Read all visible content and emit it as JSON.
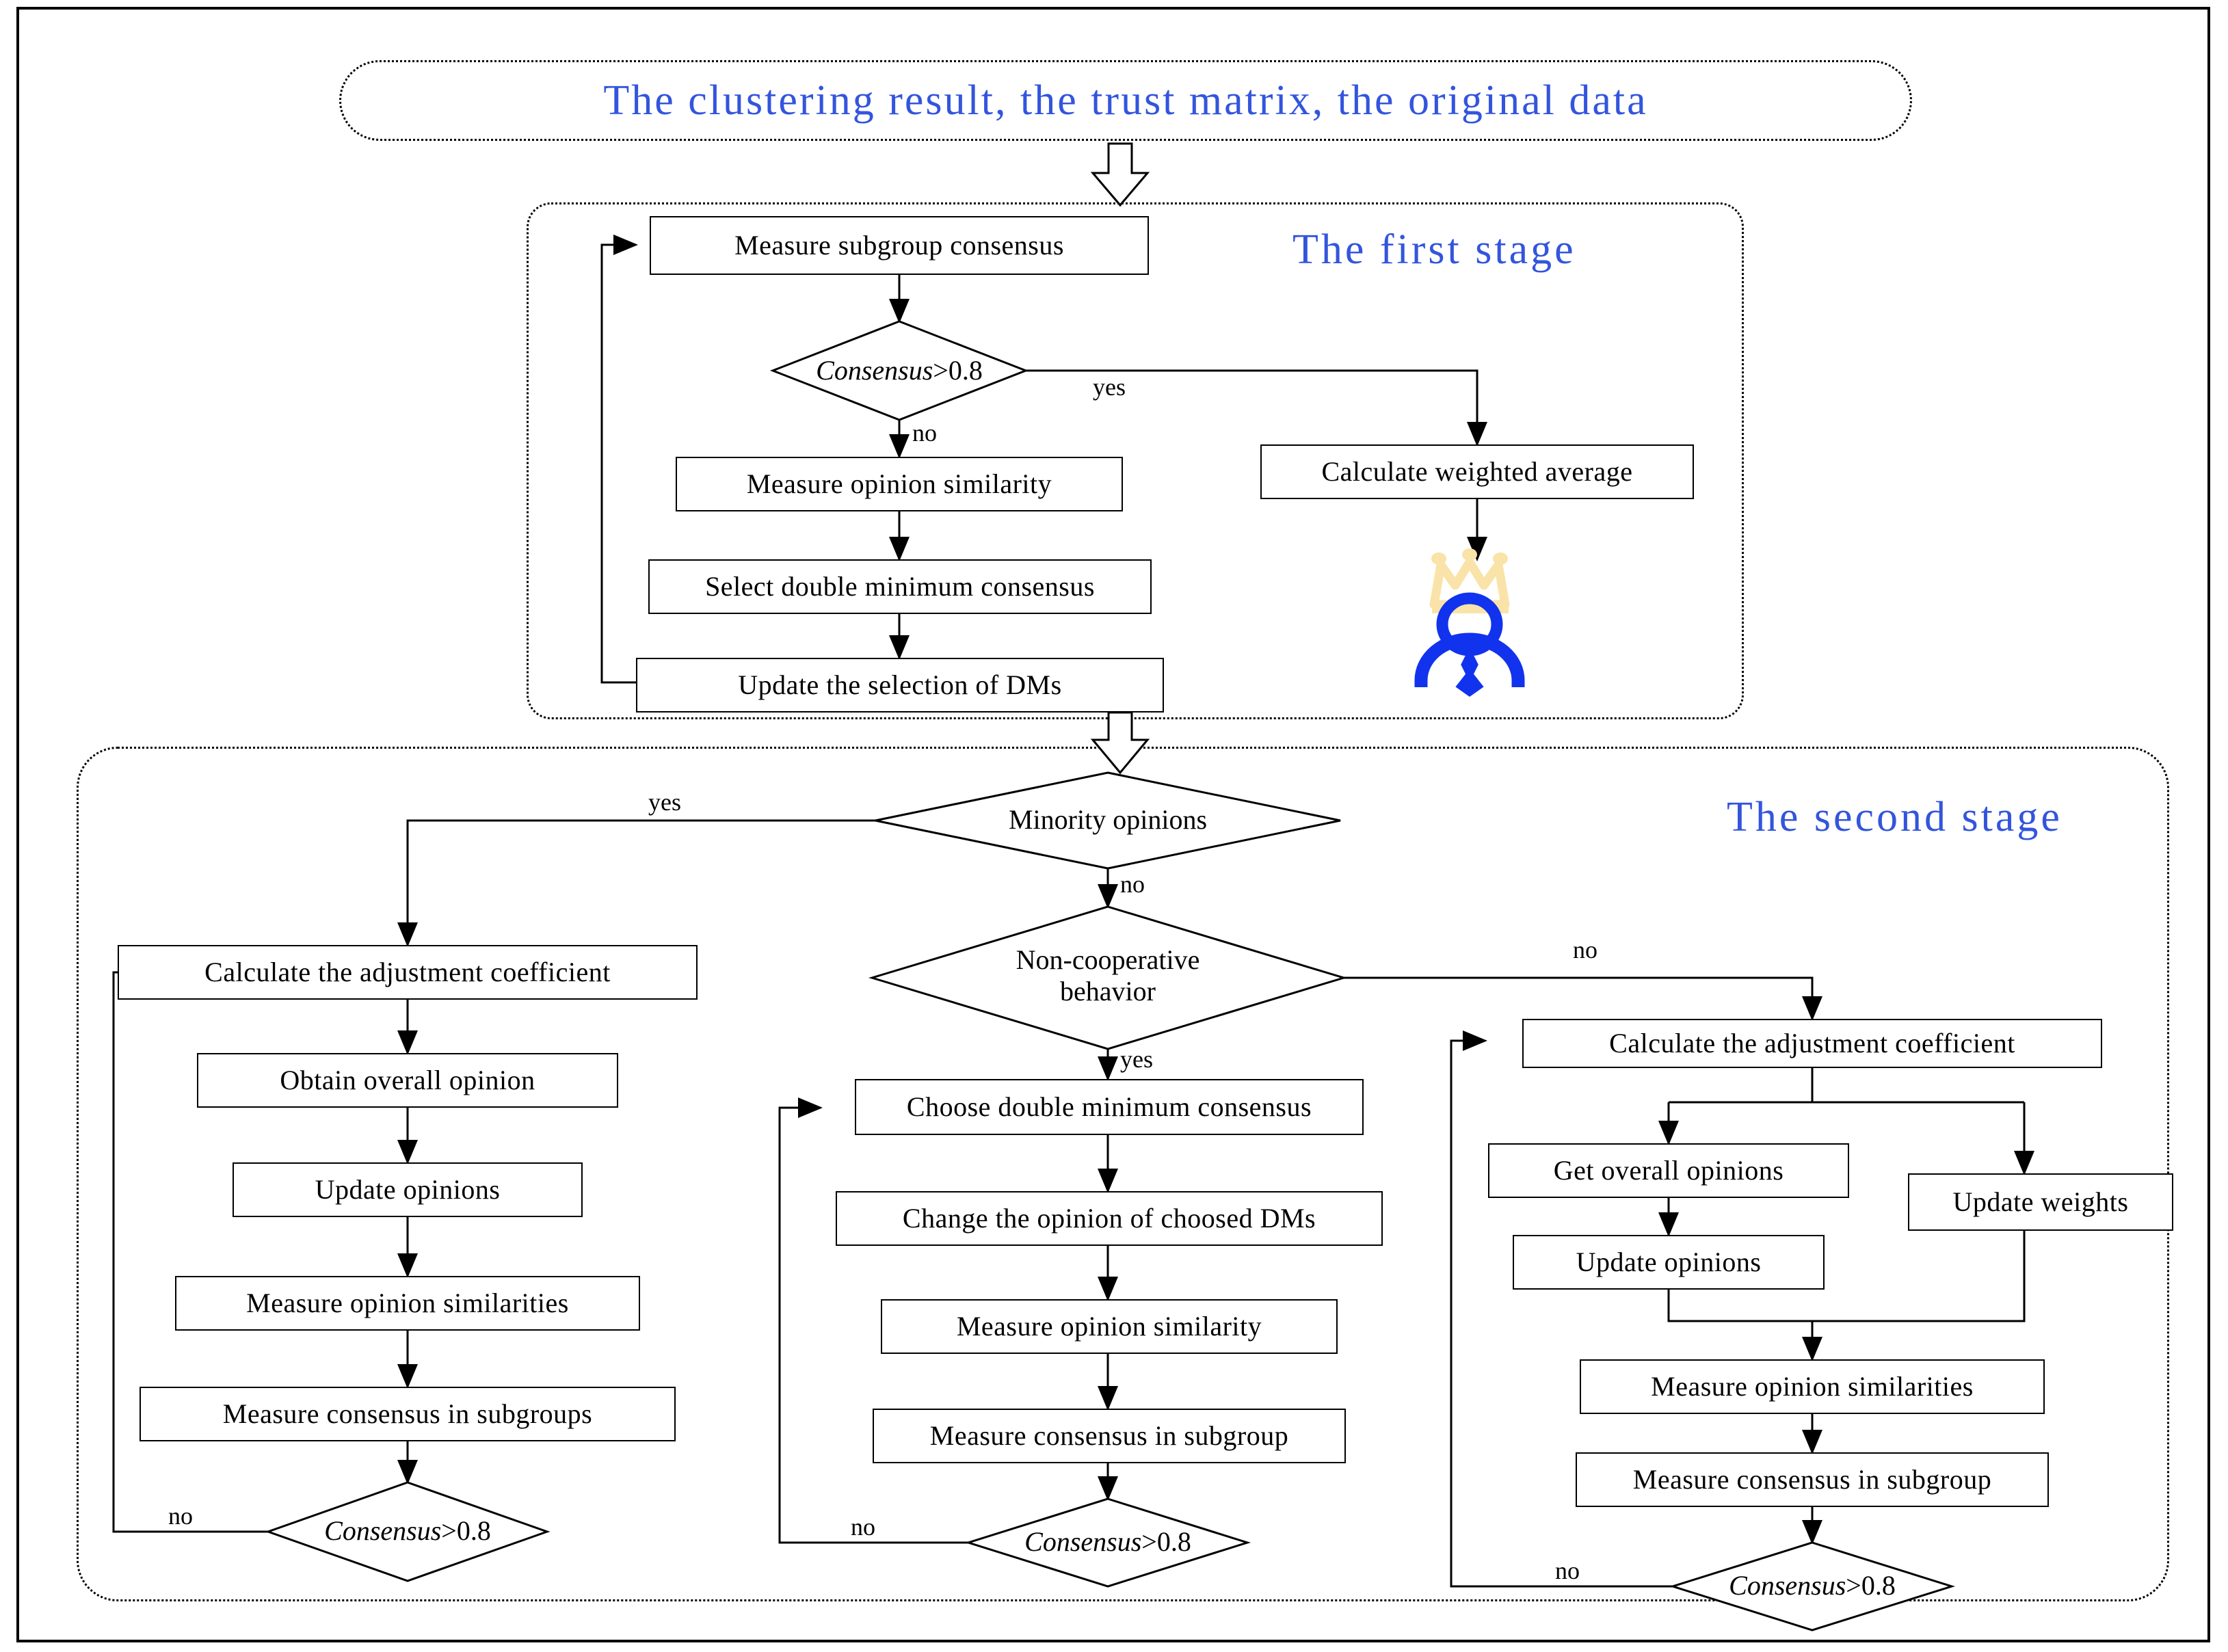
{
  "start": {
    "text": "The clustering result, the trust matrix, the original data"
  },
  "colors": {
    "accent_blue": "#3355dd",
    "crown_cream": "#fae3a8",
    "person_blue": "#1133ee",
    "line_black": "#000000"
  },
  "stage1": {
    "title": "The first stage",
    "nodes": {
      "measure_subgroup_consensus": "Measure subgroup consensus",
      "measure_opinion_similarity": "Measure opinion similarity",
      "select_double_minimum_consensus": "Select double minimum consensus",
      "update_selection_dms": "Update the selection of DMs",
      "calculate_weighted_average": "Calculate weighted average"
    },
    "decision": {
      "italic": "Consensus",
      "roman": ">0.8"
    },
    "edge_labels": {
      "yes": "yes",
      "no": "no"
    },
    "icon": "crowned-person-icon"
  },
  "stage2": {
    "title": "The second stage",
    "decisions": {
      "minority_opinions": "Minority opinions",
      "non_cooperative_behavior_line1": "Non-cooperative",
      "non_cooperative_behavior_line2": "behavior",
      "consensus_italic": "Consensus",
      "consensus_roman": ">0.8"
    },
    "edge_labels": {
      "minority_yes": "yes",
      "minority_no": "no",
      "noncoop_yes": "yes",
      "noncoop_no": "no",
      "left_loop_no": "no",
      "middle_loop_no": "no",
      "right_loop_no": "no"
    },
    "left_branch": {
      "calculate_adjustment_coefficient": "Calculate the adjustment coefficient",
      "obtain_overall_opinion": "Obtain overall opinion",
      "update_opinions": "Update opinions",
      "measure_opinion_similarities": "Measure opinion similarities",
      "measure_consensus_in_subgroups": "Measure consensus in subgroups"
    },
    "middle_branch": {
      "choose_double_minimum_consensus": "Choose double minimum consensus",
      "change_opinion_of_choosed_dms": "Change the opinion of choosed DMs",
      "measure_opinion_similarity": "Measure opinion similarity",
      "measure_consensus_in_subgroup": "Measure consensus in subgroup"
    },
    "right_branch": {
      "calculate_adjustment_coefficient": "Calculate the adjustment coefficient",
      "get_overall_opinions": "Get overall opinions",
      "update_opinions": "Update opinions",
      "update_weights": "Update weights",
      "measure_opinion_similarities": "Measure opinion similarities",
      "measure_consensus_in_subgroup": "Measure consensus in subgroup"
    }
  }
}
